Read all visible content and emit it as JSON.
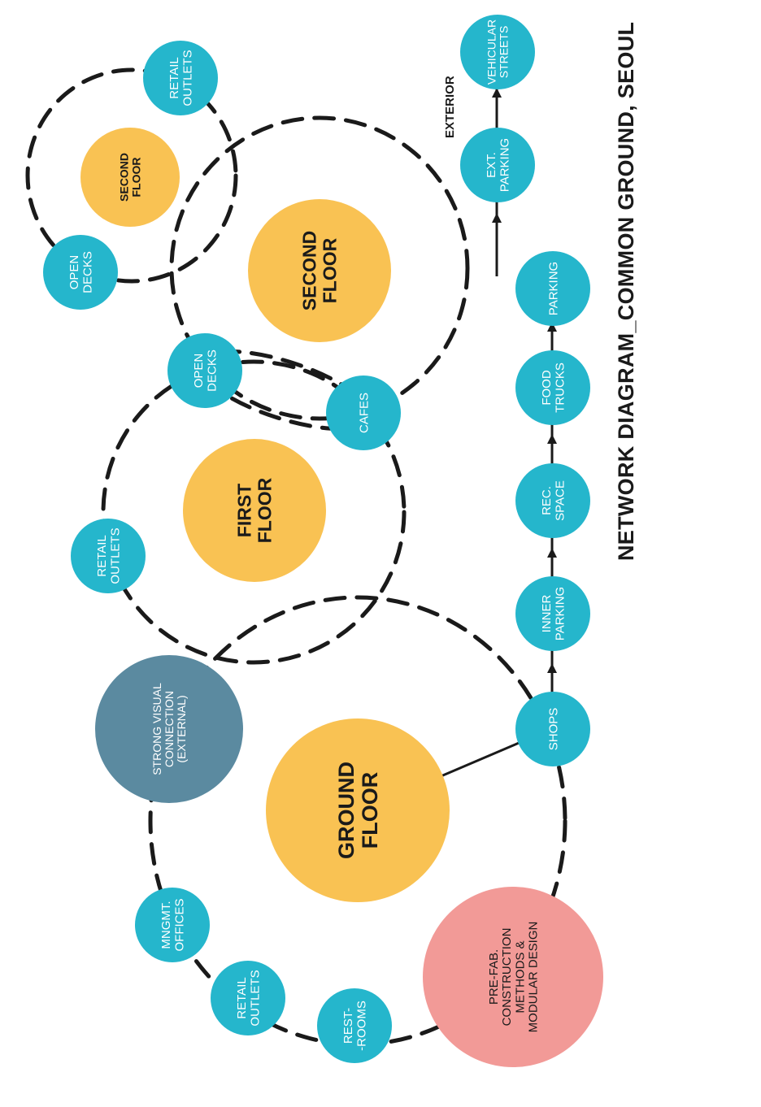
{
  "title": "NETWORK DIAGRAM_COMMON GROUND, SEOUL",
  "exterior_label": "EXTERIOR",
  "colors": {
    "node": "#25B6CC",
    "floor": "#F9C253",
    "visual": "#5B8AA0",
    "prefab": "#F29A97",
    "ink": "#1a1a1a",
    "node_text": "#ffffff",
    "floor_text": "#1a1a1a"
  },
  "nodes": {
    "retail_outlets_top": [
      "RETAIL",
      "OUTLETS"
    ],
    "second_floor_small": [
      "SECOND",
      "FLOOR"
    ],
    "open_decks_top": [
      "OPEN",
      "DECKS"
    ],
    "second_floor_large": [
      "SECOND",
      "FLOOR"
    ],
    "open_decks_mid": [
      "OPEN",
      "DECKS"
    ],
    "cafes": [
      "CAFES"
    ],
    "first_floor": [
      "FIRST",
      "FLOOR"
    ],
    "retail_outlets_mid": [
      "RETAIL",
      "OUTLETS"
    ],
    "strong_visual": [
      "STRONG VISUAL",
      "CONNECTION",
      "(EXTERNAL)"
    ],
    "ground_floor": [
      "GROUND",
      "FLOOR"
    ],
    "shops": [
      "SHOPS"
    ],
    "mngmt_offices": [
      "MNGMT.",
      "OFFICES"
    ],
    "retail_outlets_bottom": [
      "RETAIL",
      "OUTLETS"
    ],
    "rest_rooms": [
      "REST-",
      "-ROOMS"
    ],
    "prefab": [
      "PRE-FAB.",
      "CONSTRUCTION",
      "METHODS &",
      "MODULAR DESIGN"
    ]
  },
  "flow": [
    [
      "INNER",
      "PARKING"
    ],
    [
      "REC.",
      "SPACE"
    ],
    [
      "FOOD",
      "TRUCKS"
    ],
    [
      "PARKING"
    ]
  ],
  "exterior_nodes": [
    [
      "EXT.",
      "PARKING"
    ],
    [
      "VEHICULAR",
      "STREETS"
    ]
  ]
}
